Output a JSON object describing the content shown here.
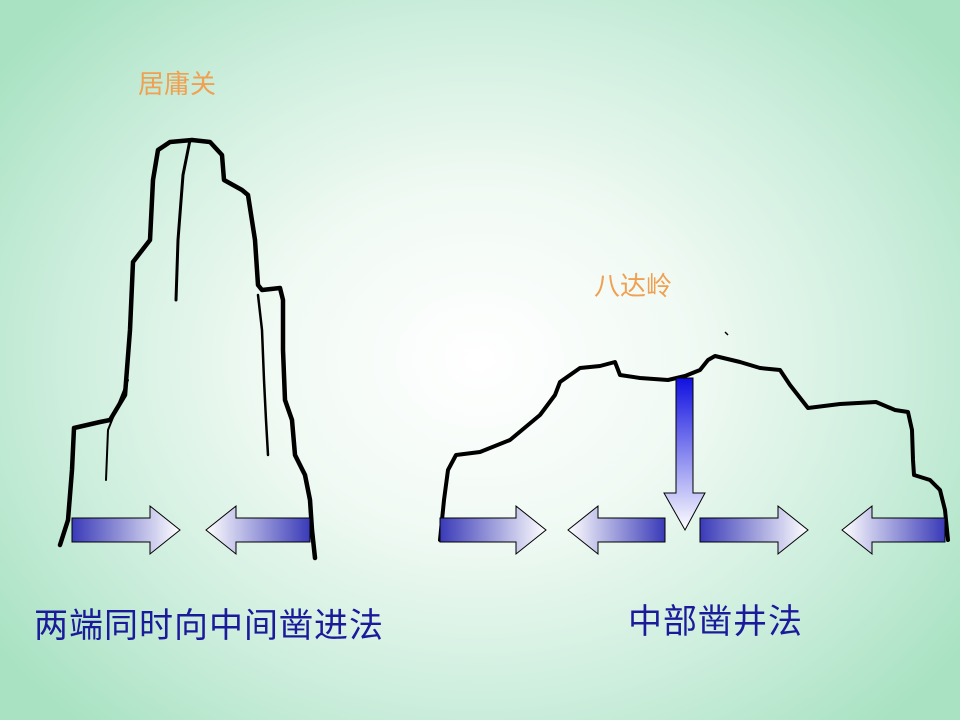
{
  "labels": {
    "juyongguan": "居庸关",
    "badaling": "八达岭"
  },
  "captions": {
    "both_ends": "两端同时向中间凿进法",
    "middle_shaft": "中部凿井法"
  },
  "colors": {
    "mountain_label": "#f0a050",
    "caption_text": "#1a1a9a",
    "outline": "#000000",
    "arrow_fill_start": "#3a3ab8",
    "arrow_fill_end": "#ffffff",
    "shaft_fill_top": "#1010e0",
    "shaft_fill_bottom": "#ffffff"
  }
}
